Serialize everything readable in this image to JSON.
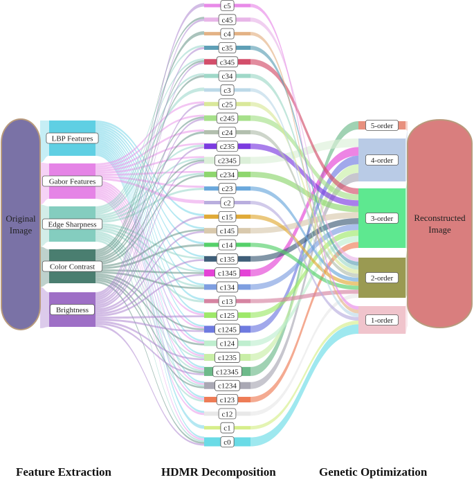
{
  "source": {
    "label_line1": "Original",
    "label_line2": "Image",
    "color": "#7a72a6"
  },
  "target": {
    "label_line1": "Reconstructed",
    "label_line2": "Image",
    "color": "#d97e7e"
  },
  "features": [
    {
      "label": "LBP Features",
      "color": "#5fcfe3"
    },
    {
      "label": "Gabor Features",
      "color": "#e584e6"
    },
    {
      "label": "Edge Sharpness",
      "color": "#84cdbf"
    },
    {
      "label": "Color Contrast",
      "color": "#4a7e70"
    },
    {
      "label": "Brightness",
      "color": "#9e6fc6"
    }
  ],
  "components": [
    {
      "label": "c5",
      "color": "#e88ae8",
      "order": "1-order"
    },
    {
      "label": "c45",
      "color": "#e8b6e8",
      "order": "2-order"
    },
    {
      "label": "c4",
      "color": "#e3b285",
      "order": "1-order"
    },
    {
      "label": "c35",
      "color": "#5e9fb6",
      "order": "2-order"
    },
    {
      "label": "c345",
      "color": "#d34e6a",
      "order": "3-order"
    },
    {
      "label": "c34",
      "color": "#9fd8c8",
      "order": "2-order"
    },
    {
      "label": "c3",
      "color": "#bcd9e8",
      "order": "1-order"
    },
    {
      "label": "c25",
      "color": "#d9e89a",
      "order": "2-order"
    },
    {
      "label": "c245",
      "color": "#a6e08a",
      "order": "3-order"
    },
    {
      "label": "c24",
      "color": "#b2bfae",
      "order": "2-order"
    },
    {
      "label": "c235",
      "color": "#7b3be0",
      "order": "3-order"
    },
    {
      "label": "c2345",
      "color": "#dcefd9",
      "order": "4-order"
    },
    {
      "label": "c234",
      "color": "#8ed66e",
      "order": "3-order"
    },
    {
      "label": "c23",
      "color": "#6aa8dc",
      "order": "2-order"
    },
    {
      "label": "c2",
      "color": "#b9aede",
      "order": "1-order"
    },
    {
      "label": "c15",
      "color": "#e0aa38",
      "order": "2-order"
    },
    {
      "label": "c145",
      "color": "#d9c9ad",
      "order": "3-order"
    },
    {
      "label": "c14",
      "color": "#55d06a",
      "order": "2-order"
    },
    {
      "label": "c135",
      "color": "#3f5e78",
      "order": "3-order"
    },
    {
      "label": "c1345",
      "color": "#e442d6",
      "order": "4-order"
    },
    {
      "label": "c134",
      "color": "#7e9ee0",
      "order": "3-order"
    },
    {
      "label": "c13",
      "color": "#d684a2",
      "order": "2-order"
    },
    {
      "label": "c125",
      "color": "#9ee86a",
      "order": "3-order"
    },
    {
      "label": "c1245",
      "color": "#6e7ae0",
      "order": "4-order"
    },
    {
      "label": "c124",
      "color": "#bfeecf",
      "order": "3-order"
    },
    {
      "label": "c1235",
      "color": "#c8eea6",
      "order": "4-order"
    },
    {
      "label": "c12345",
      "color": "#6dba8a",
      "order": "5-order"
    },
    {
      "label": "c1234",
      "color": "#a9a8b4",
      "order": "4-order"
    },
    {
      "label": "c123",
      "color": "#ee7c56",
      "order": "3-order"
    },
    {
      "label": "c12",
      "color": "#e8e8e8",
      "order": "2-order"
    },
    {
      "label": "c1",
      "color": "#d6ee8a",
      "order": "1-order"
    },
    {
      "label": "c0",
      "color": "#6adbe6",
      "order": "1-order"
    }
  ],
  "orders": [
    {
      "label": "5-order",
      "color": "#e8907e"
    },
    {
      "label": "4-order",
      "color": "#b9cbe6"
    },
    {
      "label": "3-order",
      "color": "#5ee890"
    },
    {
      "label": "2-order",
      "color": "#9a9a52"
    },
    {
      "label": "1-order",
      "color": "#f0c4cc"
    }
  ],
  "footer": {
    "feature_extraction": "Feature Extraction",
    "hdmr_decomposition": "HDMR Decomposition",
    "genetic_optimization": "Genetic Optimization"
  }
}
